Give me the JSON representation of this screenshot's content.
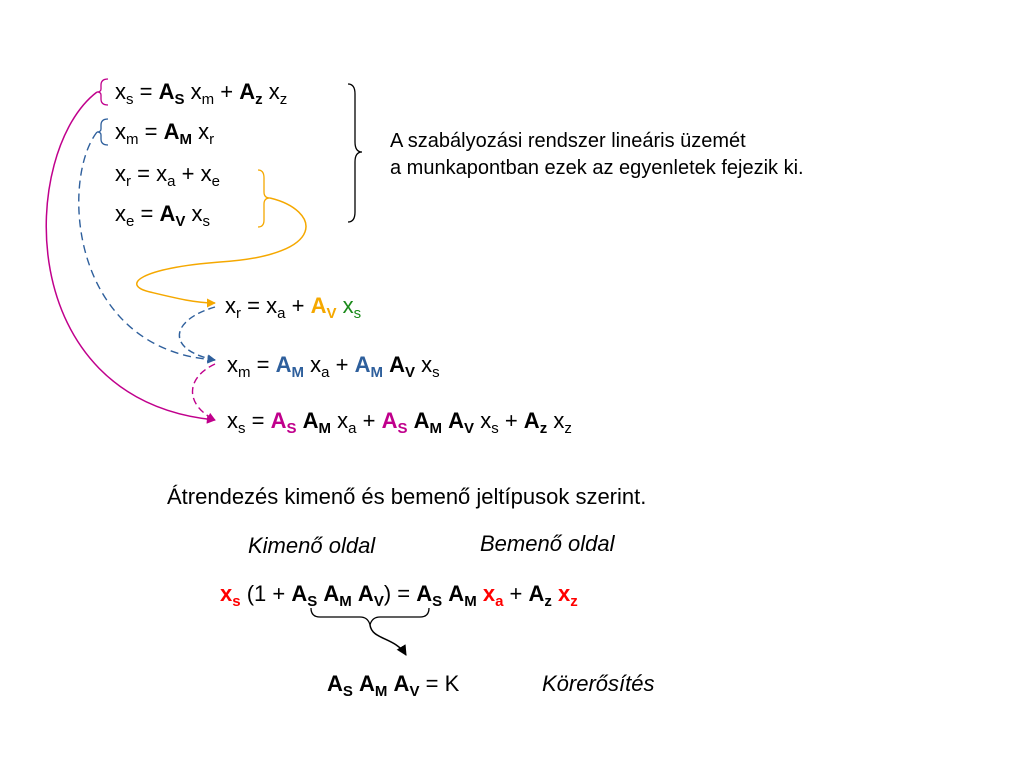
{
  "colors": {
    "magenta": "#c0008c",
    "blue": "#2e5f9c",
    "orange": "#f5a800",
    "green": "#1b8a1b",
    "red": "#ff0000"
  },
  "system_note": {
    "line1": "A szabályozási rendszer lineáris üzemét",
    "line2": "a munkapontban ezek az egyenletek fejezik ki."
  },
  "rearrange_heading": "Átrendezés kimenő és bemenő jeltípusok szerint.",
  "output_side_label": "Kimenő oldal",
  "input_side_label": "Bemenő oldal",
  "loop_gain_label": "Körerősítés",
  "symbols": {
    "x": "x",
    "A": "A",
    "K": "K",
    "eq": "=",
    "plus": "+",
    "one_plus": "(1 +",
    "close_paren": ")",
    "s": "s",
    "m": "m",
    "z": "z",
    "r": "r",
    "a": "a",
    "e": "e",
    "S": "S",
    "M": "M",
    "Z": "z",
    "V": "V"
  }
}
